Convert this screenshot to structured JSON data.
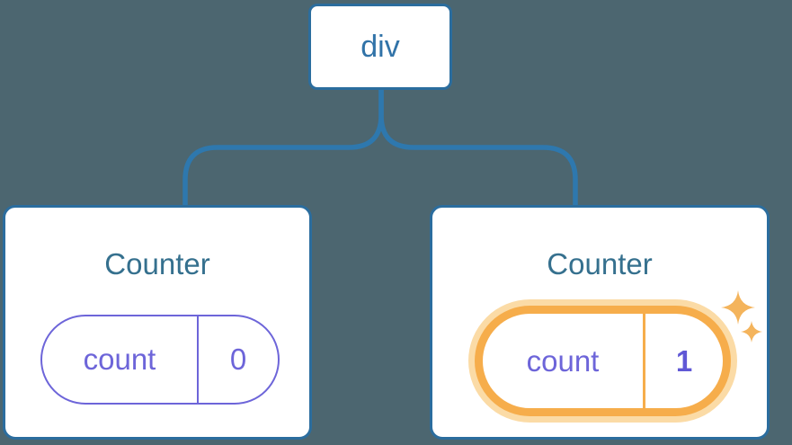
{
  "tree": {
    "root": {
      "label": "div"
    },
    "children": [
      {
        "title": "Counter",
        "state": {
          "key": "count",
          "value": "0"
        },
        "highlighted": false
      },
      {
        "title": "Counter",
        "state": {
          "key": "count",
          "value": "1"
        },
        "highlighted": true
      }
    ]
  },
  "icons": {
    "sparkle": "sparkle-icon (state updated indicator)"
  },
  "colors": {
    "background": "#4C6670",
    "connector": "#2E78AE",
    "card_border": "#2B6D9E",
    "node_label": "#3173A8",
    "component_title": "#35708E",
    "state_purple": "#6D65D9",
    "highlight_orange": "#F6AD4B",
    "highlight_glow": "#FBDBA6",
    "sparkle": "#F4B45C"
  }
}
